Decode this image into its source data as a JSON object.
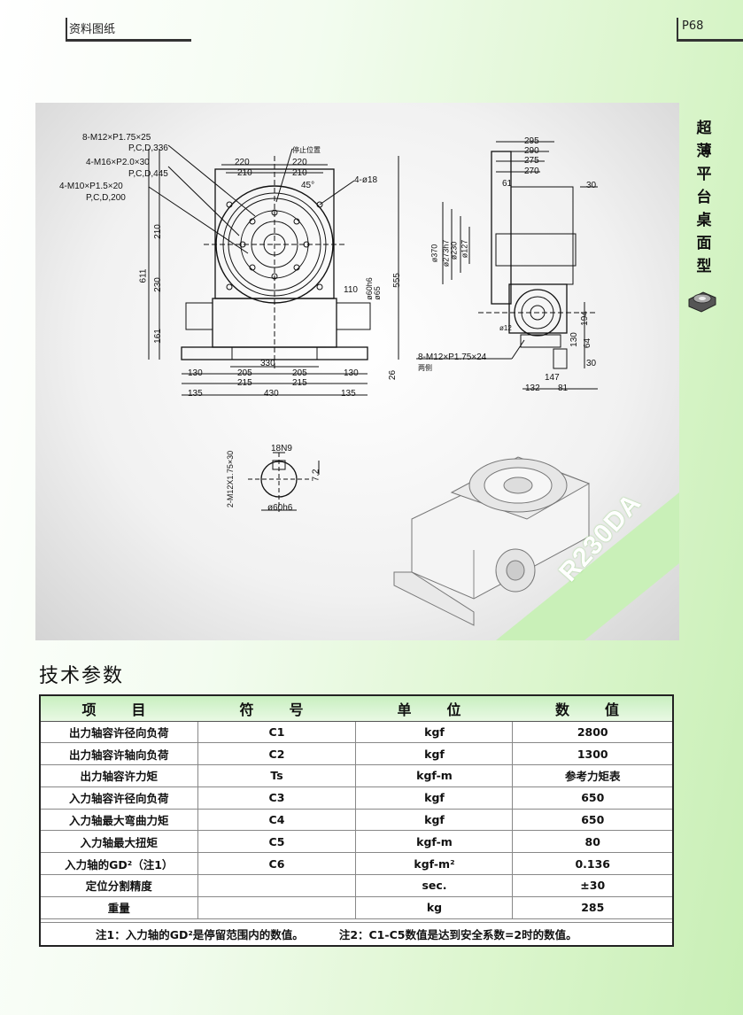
{
  "header": {
    "section": "资料图纸",
    "page": "P68"
  },
  "side_title": [
    "超",
    "薄",
    "平",
    "台",
    "桌",
    "面",
    "型"
  ],
  "model_label": "R230DA",
  "drawing": {
    "callouts": [
      "8-M12×P1.75×25",
      "P,C,D,336",
      "4-M16×P2.0×30",
      "P,C,D,445",
      "4-M10×P1.5×20",
      "P,C,D,200",
      "停止位置",
      "45°",
      "4-ø18",
      "8-M12×P1.75×24",
      "两侧"
    ],
    "dims_front": [
      "220",
      "220",
      "210",
      "210",
      "210",
      "611",
      "230",
      "161",
      "555",
      "110",
      "ø60h6",
      "ø65",
      "330",
      "130",
      "205",
      "205",
      "130",
      "215",
      "215",
      "135",
      "430",
      "135",
      "26"
    ],
    "dims_side": [
      "295",
      "290",
      "275",
      "270",
      "61",
      "30",
      "ø370",
      "ø273h7",
      "ø230",
      "ø127",
      "ø12",
      "194",
      "130",
      "64",
      "30",
      "147",
      "132",
      "81"
    ],
    "dims_shaft": [
      "18N9",
      "7.2",
      "2-M12X1.75×30",
      "ø60h6"
    ]
  },
  "section_title": "技术参数",
  "table": {
    "headers": [
      "项　目",
      "符　号",
      "单　位",
      "数　值"
    ],
    "rows": [
      [
        "出力轴容许径向负荷",
        "C1",
        "kgf",
        "2800"
      ],
      [
        "出力轴容许轴向负荷",
        "C2",
        "kgf",
        "1300"
      ],
      [
        "出力轴容许力矩",
        "Ts",
        "kgf-m",
        "参考力矩表"
      ],
      [
        "入力轴容许径向负荷",
        "C3",
        "kgf",
        "650"
      ],
      [
        "入力轴最大弯曲力矩",
        "C4",
        "kgf",
        "650"
      ],
      [
        "入力轴最大扭矩",
        "C5",
        "kgf-m",
        "80"
      ],
      [
        "入力轴的GD²（注1）",
        "C6",
        "kgf-m²",
        "0.136"
      ],
      [
        "定位分割精度",
        "",
        "sec.",
        "±30"
      ],
      [
        "重量",
        "",
        "kg",
        "285"
      ]
    ],
    "notes": [
      "注1：入力轴的GD²是停留范围内的数值。",
      "注2：C1-C5数值是达到安全系数=2时的数值。"
    ]
  },
  "colors": {
    "accent_green": "#c8efb5",
    "label_green": "#9fdc8a"
  }
}
